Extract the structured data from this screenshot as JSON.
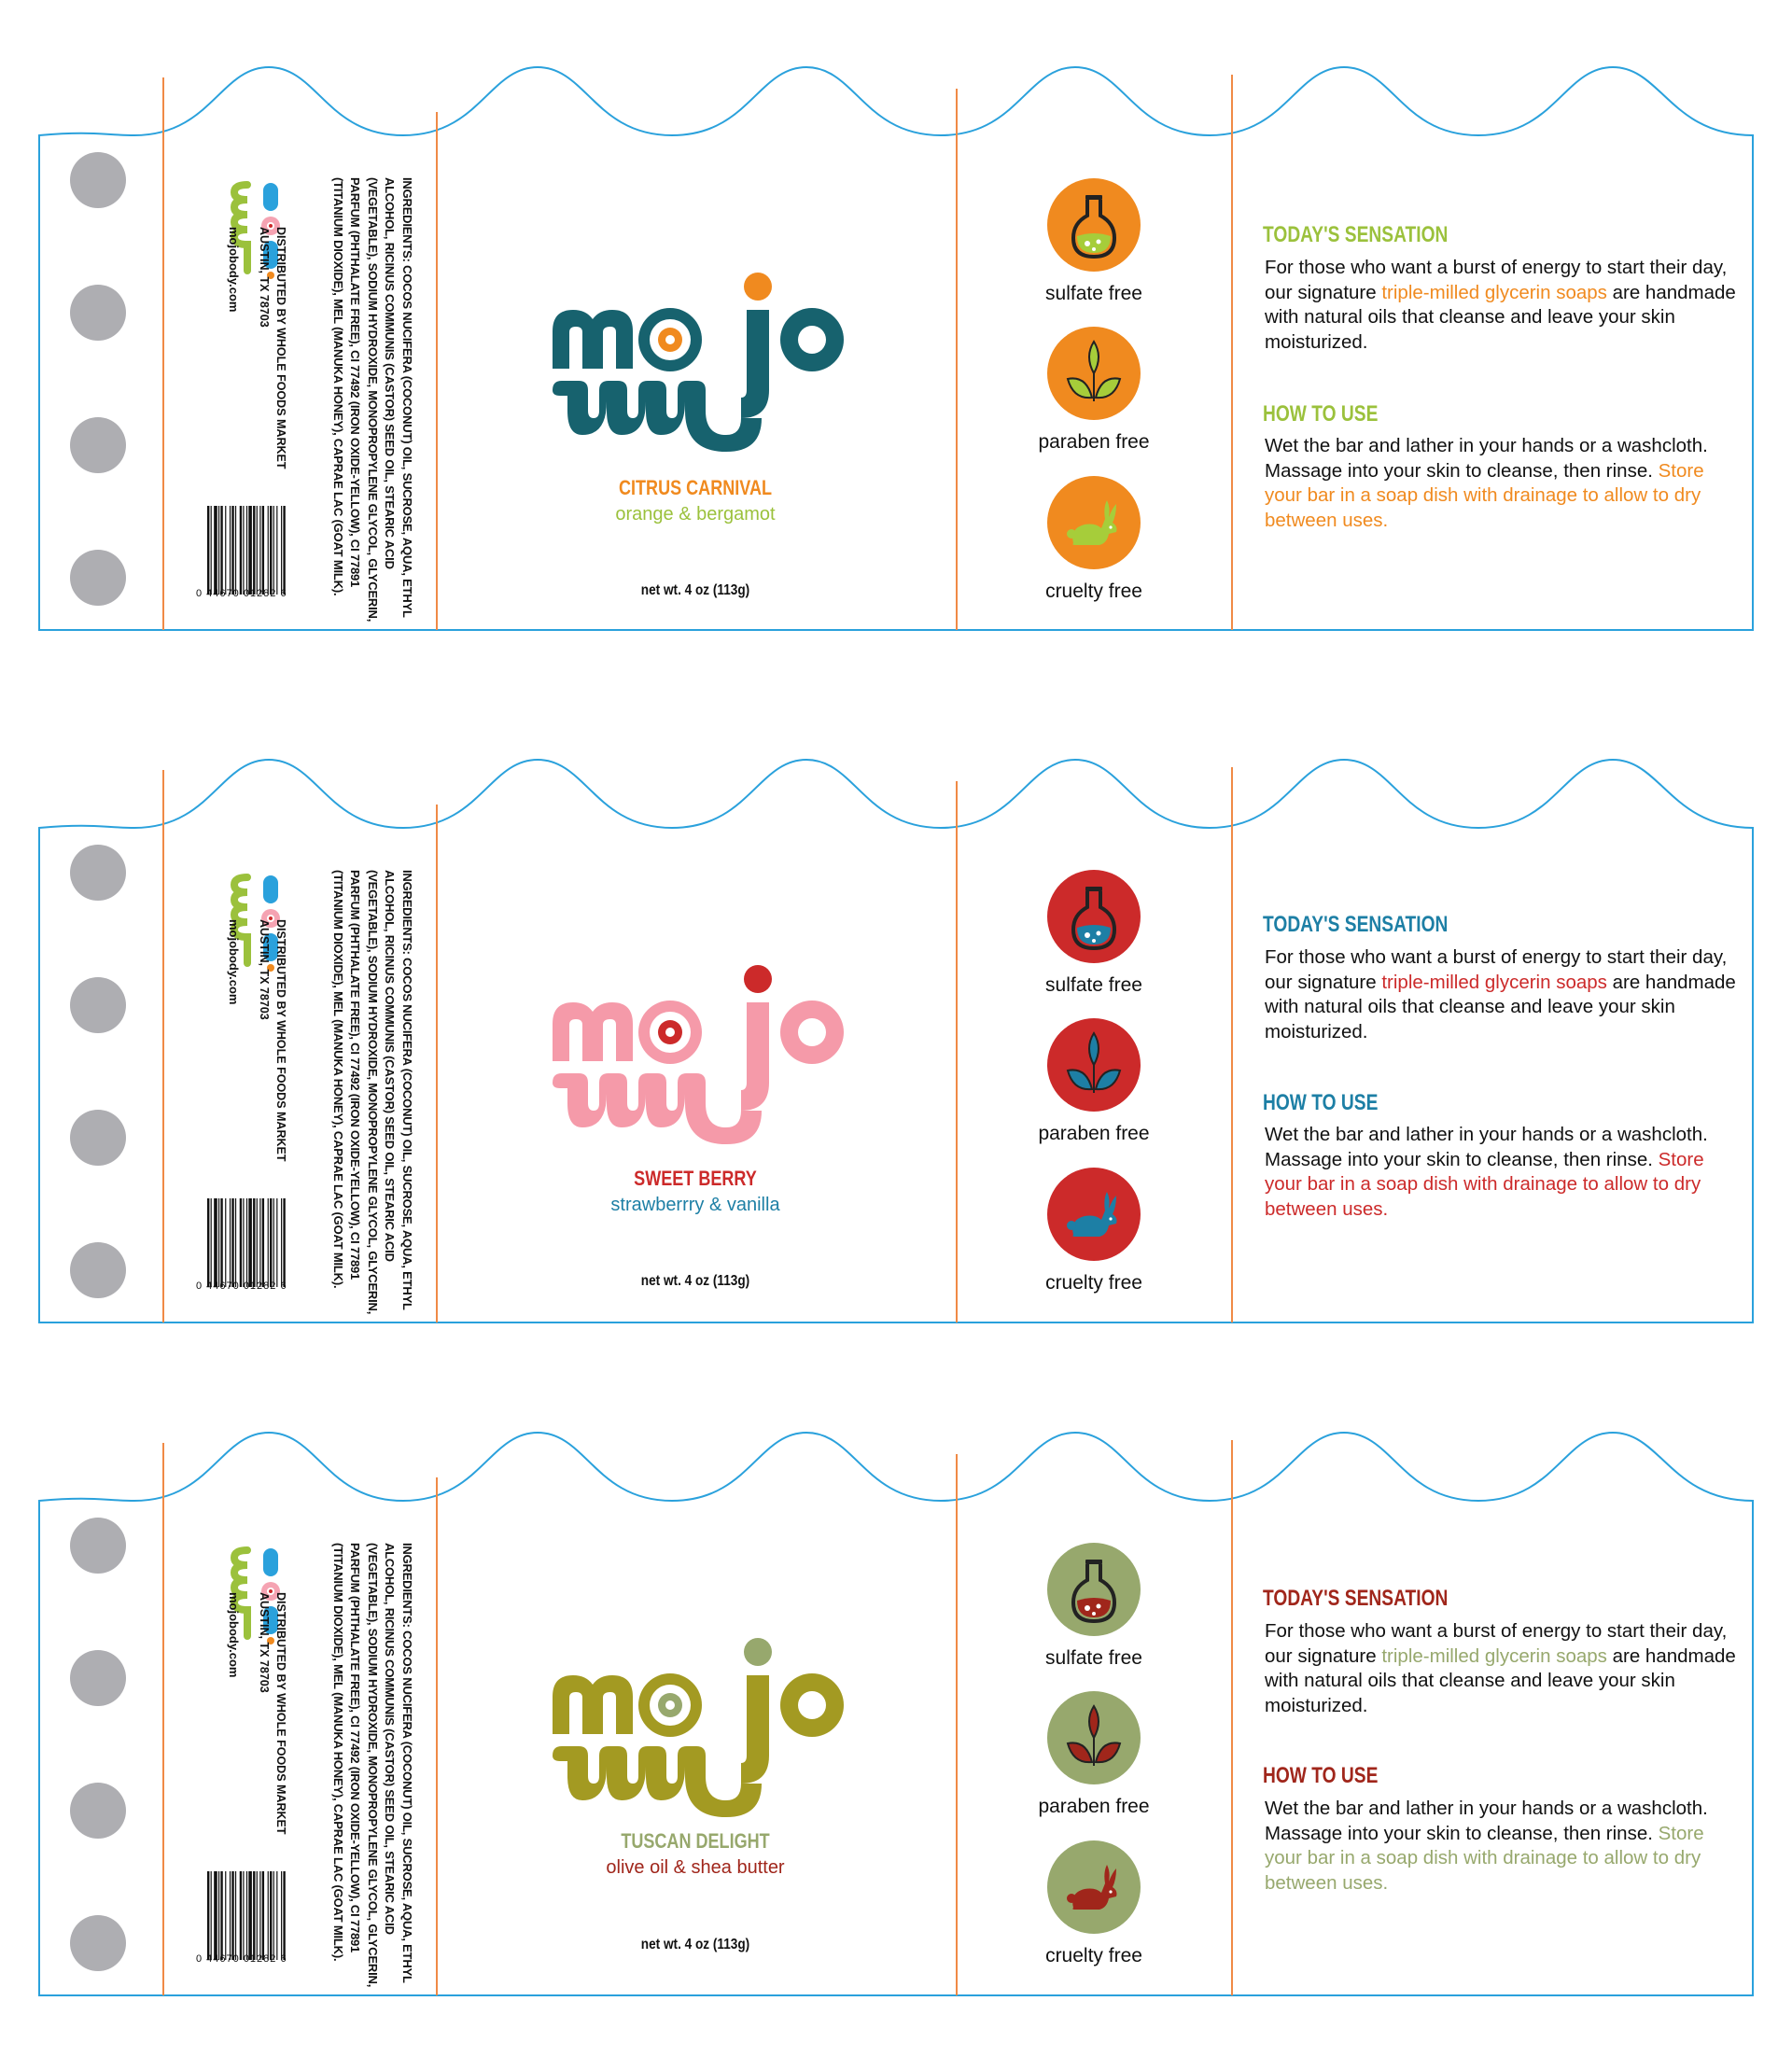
{
  "common": {
    "ingredients": "INGREDIENTS: COCOS NUCIFERA (COCONUT) OIL, SUCROSE, AQUA, ETHYL ALCOHOL, RICINUS COMMUNIS (CASTOR) SEED OIL, STEARIC ACID (VEGETABLE), SODIUM HYDROXIDE, MONOPROPYLENE GLYCOL, GLYCERIN, PARFUM (PHTHALATE FREE), CI 77492 (IRON OXIDE-YELLOW), CI 77891 (TITANIUM DIOXIDE), MEL (MANUKA HONEY), CAPRAE LAC (GOAT MILK).",
    "distributor_line1": "DISTRIBUTED BY WHOLE FOODS MARKET",
    "distributor_line2": "AUSTIN, TX 78703",
    "website": "mojobody.com",
    "barcode_number": "0  44670 01282  6",
    "net_weight": "net wt. 4 oz  (113g)",
    "badge_sulfate": "sulfate free",
    "badge_paraben": "paraben free",
    "badge_cruelty": "cruelty free",
    "heading_sensation": "TODAY'S SENSATION",
    "sensation_text_a": "For those who want a burst of energy to start their day, our signature ",
    "sensation_text_highlight": "triple-milled glycerin soaps",
    "sensation_text_b": " are handmade with natural oils that cleanse and leave your skin moisturized.",
    "heading_howto": "HOW TO USE",
    "howto_text_a": "Wet the bar and lather in your hands or a washcloth. Massage into your skin to cleanse, then rinse. ",
    "howto_text_highlight": "Store your bar in a soap dish with drainage to allow to dry between uses.",
    "brand": "mojo"
  },
  "labels": [
    {
      "flavor_name": "CITRUS CARNIVAL",
      "flavor_desc": "orange & bergamot",
      "colors": {
        "logo": "#17626e",
        "dot": "#f08a1f",
        "name": "#f08a1f",
        "desc": "#9bc13c",
        "badge_bg": "#f08a1f",
        "icon": "#a6cd3a",
        "heading": "#9bc13c",
        "highlight": "#f08a1f"
      }
    },
    {
      "flavor_name": "SWEET BERRY",
      "flavor_desc": "strawberrry & vanilla",
      "colors": {
        "logo": "#f59aa9",
        "dot": "#cc2a2a",
        "name": "#cc2a2a",
        "desc": "#1d7fa5",
        "badge_bg": "#cc2a2a",
        "icon": "#1d7fa5",
        "heading": "#1d7fa5",
        "highlight": "#cc2a2a"
      }
    },
    {
      "flavor_name": "TUSCAN DELIGHT",
      "flavor_desc": "olive oil & shea butter",
      "colors": {
        "logo": "#a39a22",
        "dot": "#97a86d",
        "name": "#97a86d",
        "desc": "#a0261b",
        "badge_bg": "#97a86d",
        "icon": "#a0261b",
        "heading": "#a0261b",
        "highlight": "#97a86d"
      }
    }
  ]
}
